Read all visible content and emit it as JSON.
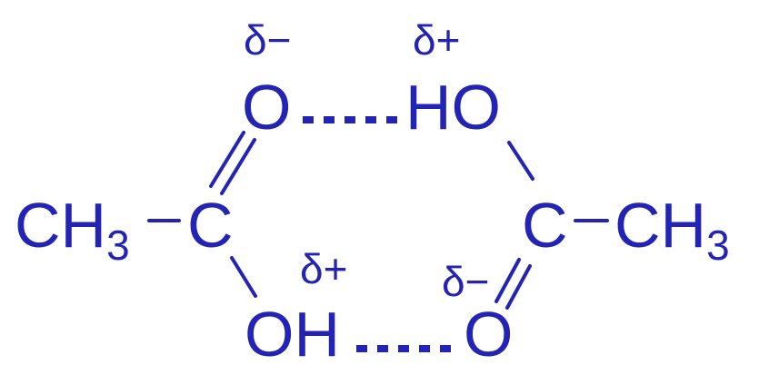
{
  "molecule_left": {
    "methyl": {
      "base": "CH",
      "subscript": "3"
    },
    "carbon": "C",
    "carbonyl_oxygen": "O",
    "hydroxyl": "OH",
    "charge_oxygen": "δ−",
    "charge_hydrogen": "δ+"
  },
  "molecule_right": {
    "hydroxyl": "HO",
    "carbon": "C",
    "methyl": {
      "base": "CH",
      "subscript": "3"
    },
    "carbonyl_oxygen": "O",
    "charge_hydrogen": "δ+",
    "charge_oxygen": "δ−"
  },
  "colors": {
    "ink": "#2323b4",
    "background": "#ffffff"
  }
}
